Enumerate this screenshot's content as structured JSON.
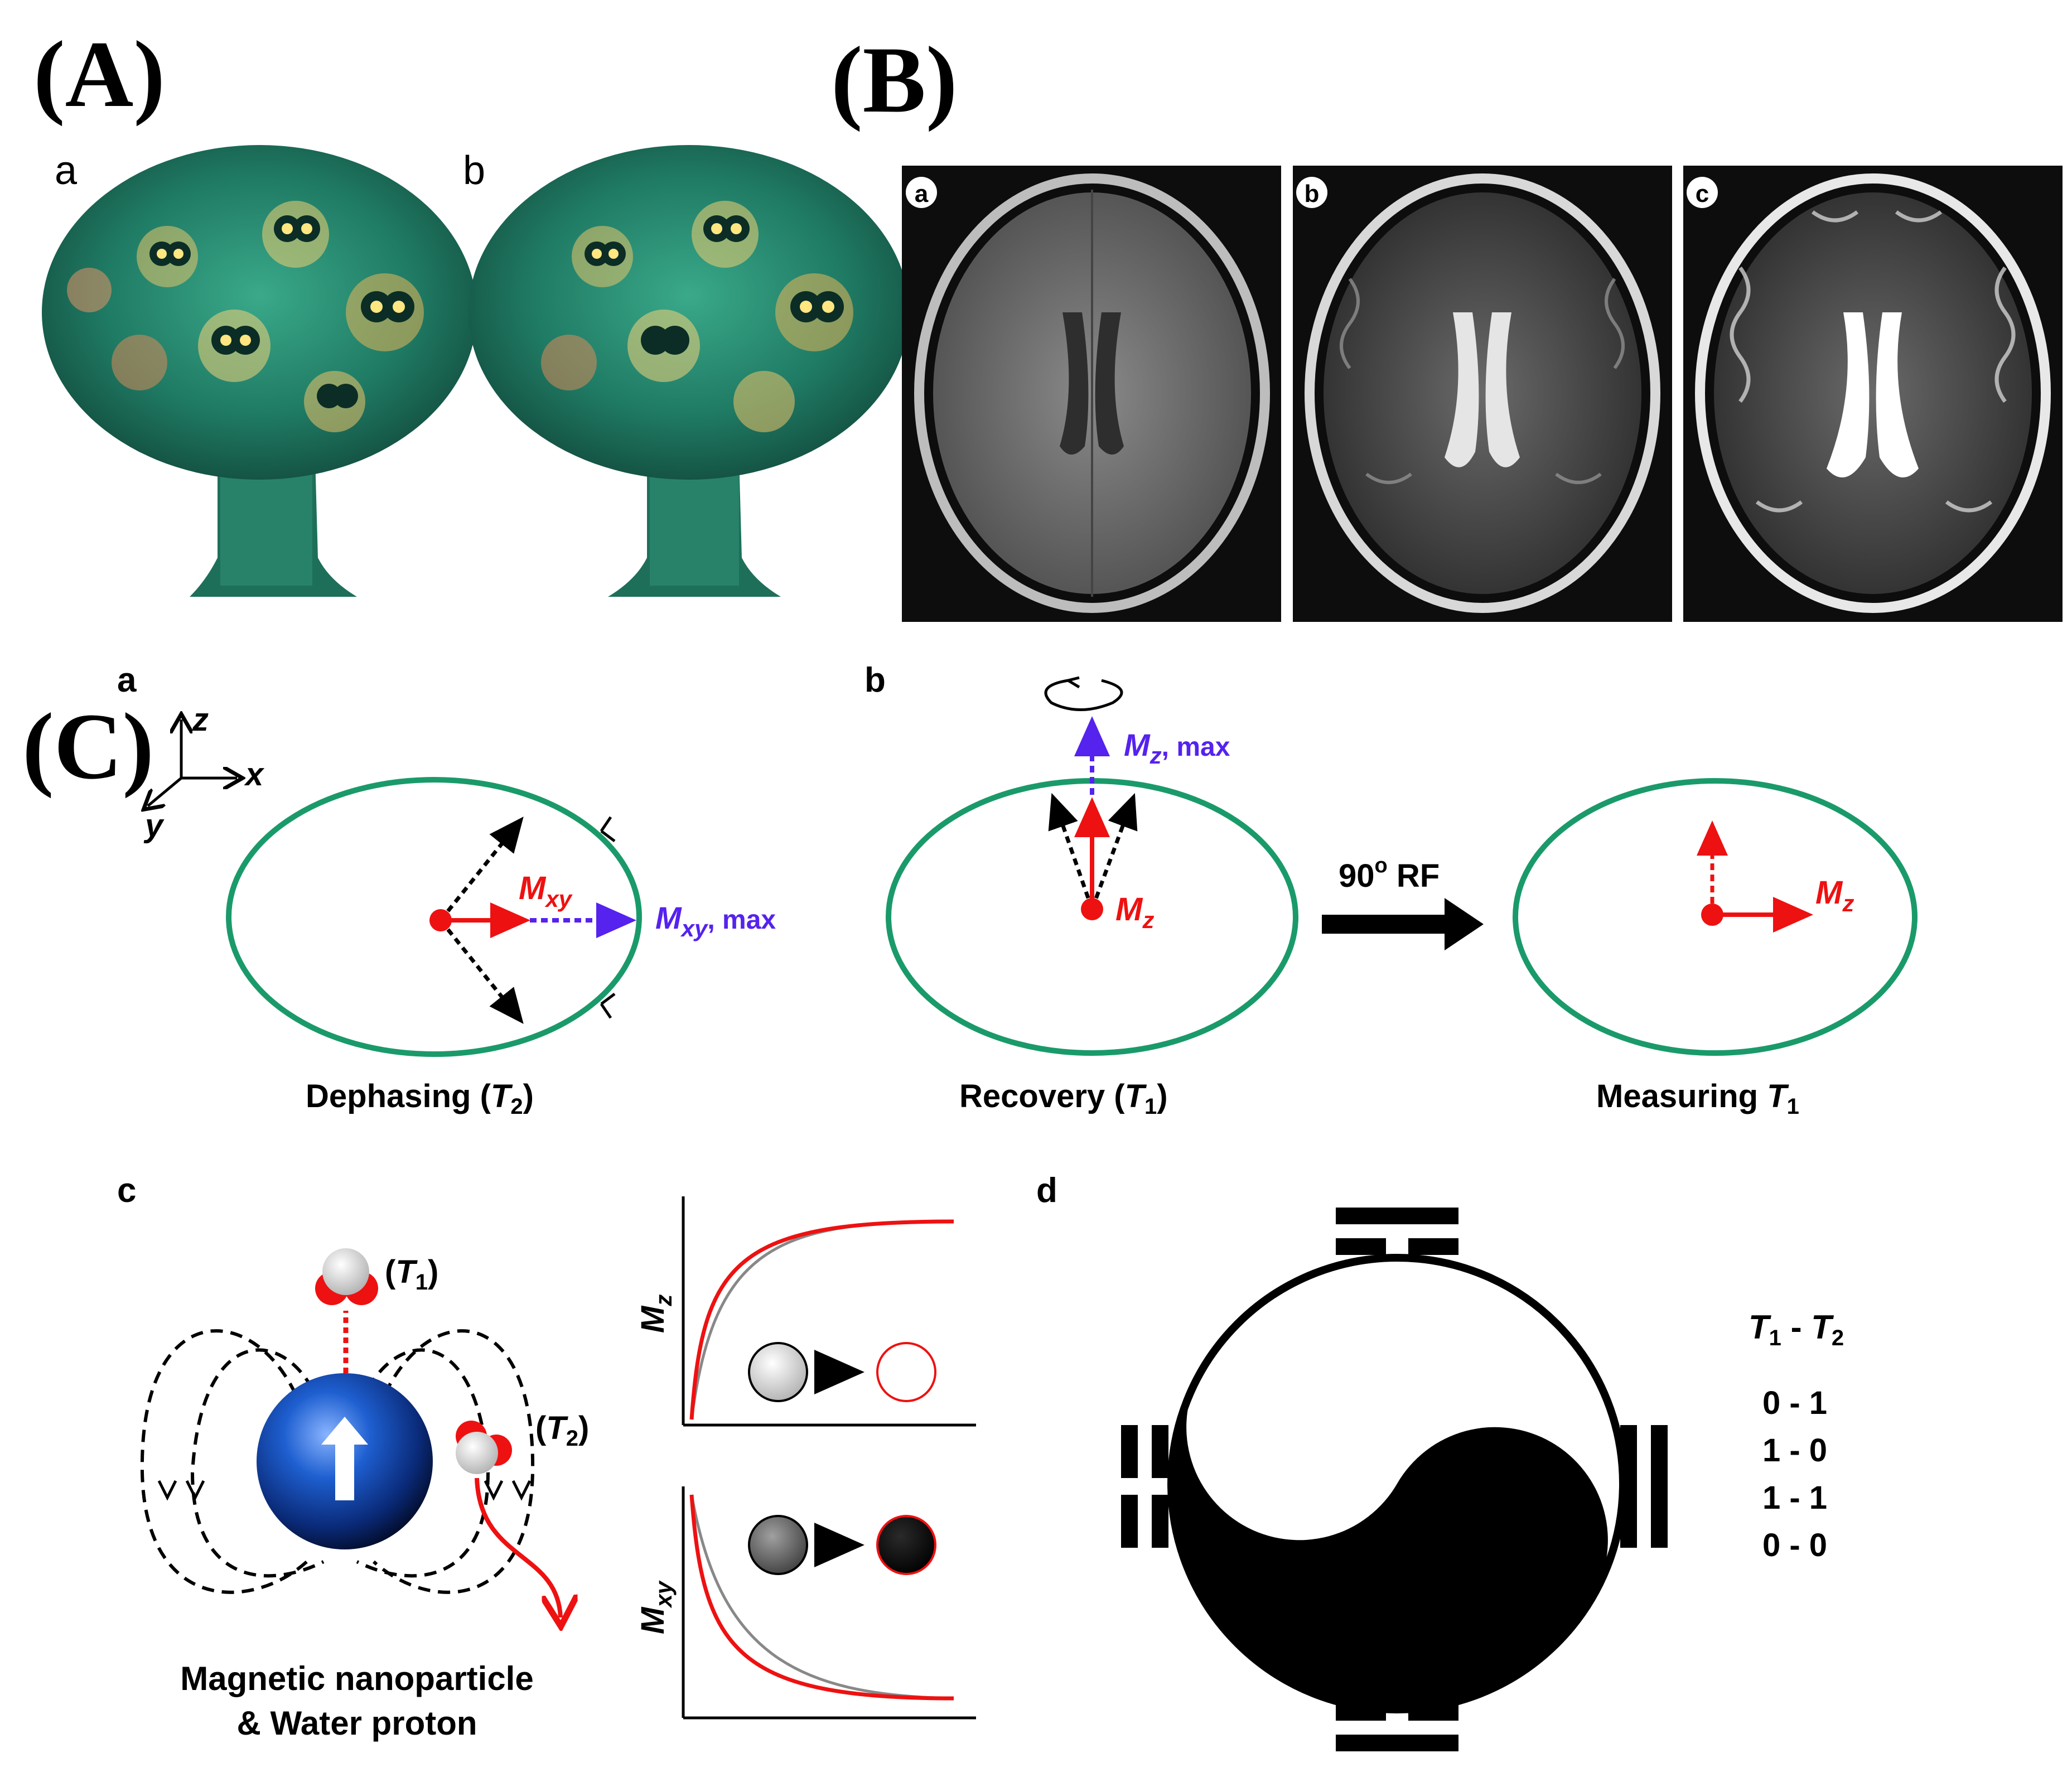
{
  "panels": {
    "A": {
      "label": "(A)",
      "sub_a": "a",
      "sub_b": "b"
    },
    "B": {
      "label": "(B)",
      "scans": [
        {
          "label": "a"
        },
        {
          "label": "b"
        },
        {
          "label": "c"
        }
      ]
    },
    "C": {
      "label": "(C)",
      "sub_a": "a",
      "sub_b": "b",
      "sub_c": "c",
      "sub_d": "d",
      "axes": {
        "z": "z",
        "x": "x",
        "y": "y"
      },
      "dephasing": {
        "mxy": "M",
        "mxy_sub": "xy",
        "mxy_max": "M",
        "mxy_max_sub": "xy",
        "mxy_max_suffix": ", max",
        "caption": "Dephasing (",
        "caption_T": "T",
        "caption_sub": "2",
        "caption_end": ")"
      },
      "recovery": {
        "mz_max": "M",
        "mz_max_sub": "z",
        "mz_max_suffix": ", max",
        "mz": "M",
        "mz_sub": "z",
        "caption": "Recovery (",
        "caption_T": "T",
        "caption_sub": "1",
        "caption_end": ")"
      },
      "rf": {
        "label": "90",
        "deg": "o",
        "suffix": " RF"
      },
      "measuring": {
        "mz": "M",
        "mz_sub": "z",
        "caption": "Measuring ",
        "caption_T": "T",
        "caption_sub": "1"
      },
      "nanoparticle": {
        "t1_open": "(",
        "t1_T": "T",
        "t1_sub": "1",
        "t1_close": ")",
        "t2_open": "(",
        "t2_T": "T",
        "t2_sub": "2",
        "t2_close": ")",
        "caption_line1": "Magnetic nanoparticle",
        "caption_line2": "& Water proton"
      },
      "plots": {
        "top_ylabel": "M",
        "top_ylabel_sub": "z",
        "bottom_ylabel": "M",
        "bottom_ylabel_sub": "xy"
      },
      "code_table": {
        "header_T1": "T",
        "header_1": "1",
        "header_dash": " - ",
        "header_T2": "T",
        "header_2": "2",
        "rows": [
          "0 - 1",
          "1 - 0",
          "1 - 1",
          "0 - 0"
        ]
      }
    }
  },
  "colors": {
    "ring_green": "#1a9a6a",
    "red": "#ee1111",
    "blue_violet": "#5522ee",
    "black": "#000000"
  }
}
